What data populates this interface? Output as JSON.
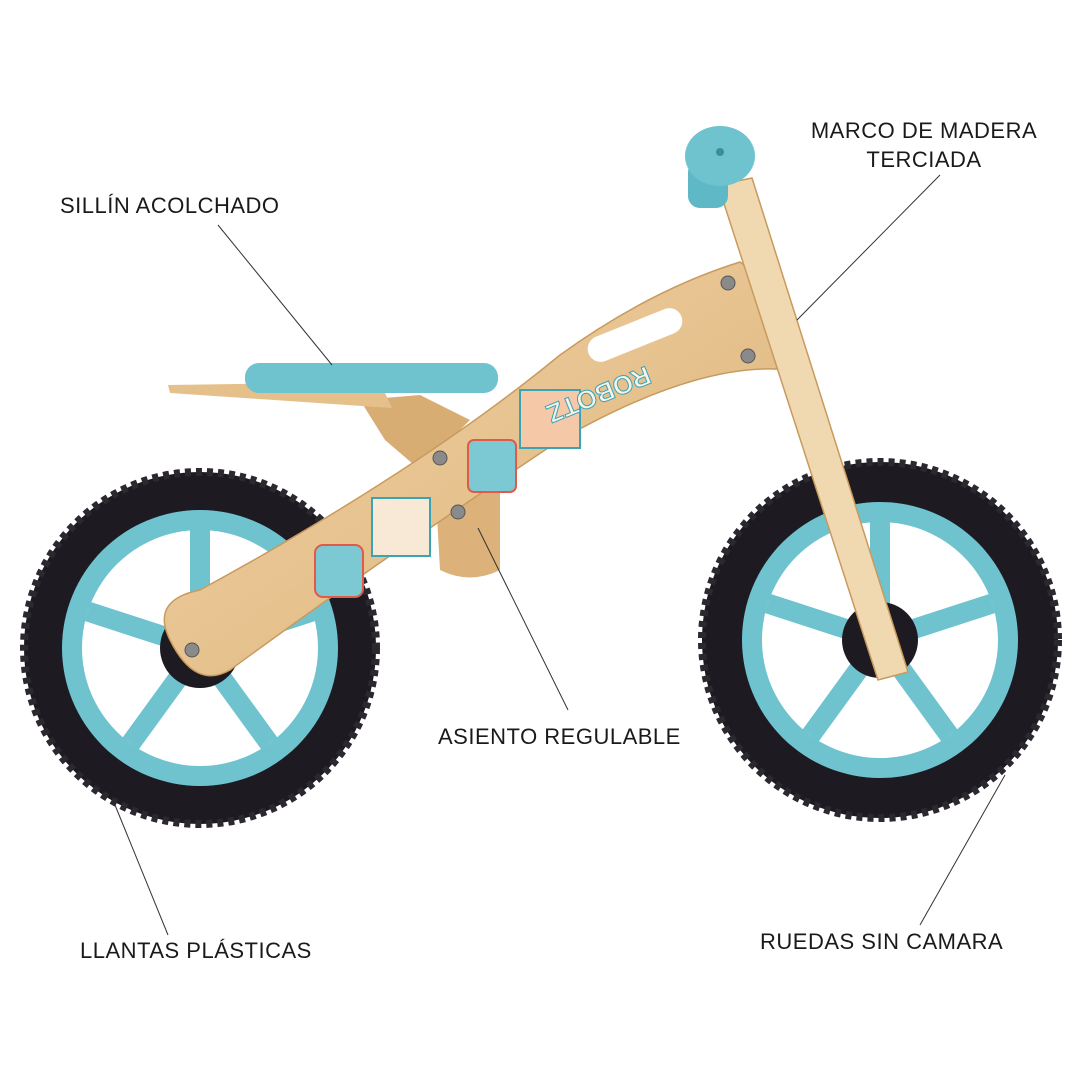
{
  "product": {
    "brand_text": "ROBOTZ",
    "colors": {
      "wood": "#e8c48f",
      "wood_dark": "#c99a5e",
      "blue": "#6ec3cf",
      "tire": "#1e1a22"
    }
  },
  "callouts": {
    "seat": "SILLÍN ACOLCHADO",
    "frame_line1": "MARCO DE MADERA",
    "frame_line2": "TERCIADA",
    "adjustable_seat": "ASIENTO REGULABLE",
    "rims": "LLANTAS PLÁSTICAS",
    "tires": "RUEDAS SIN CAMARA"
  }
}
